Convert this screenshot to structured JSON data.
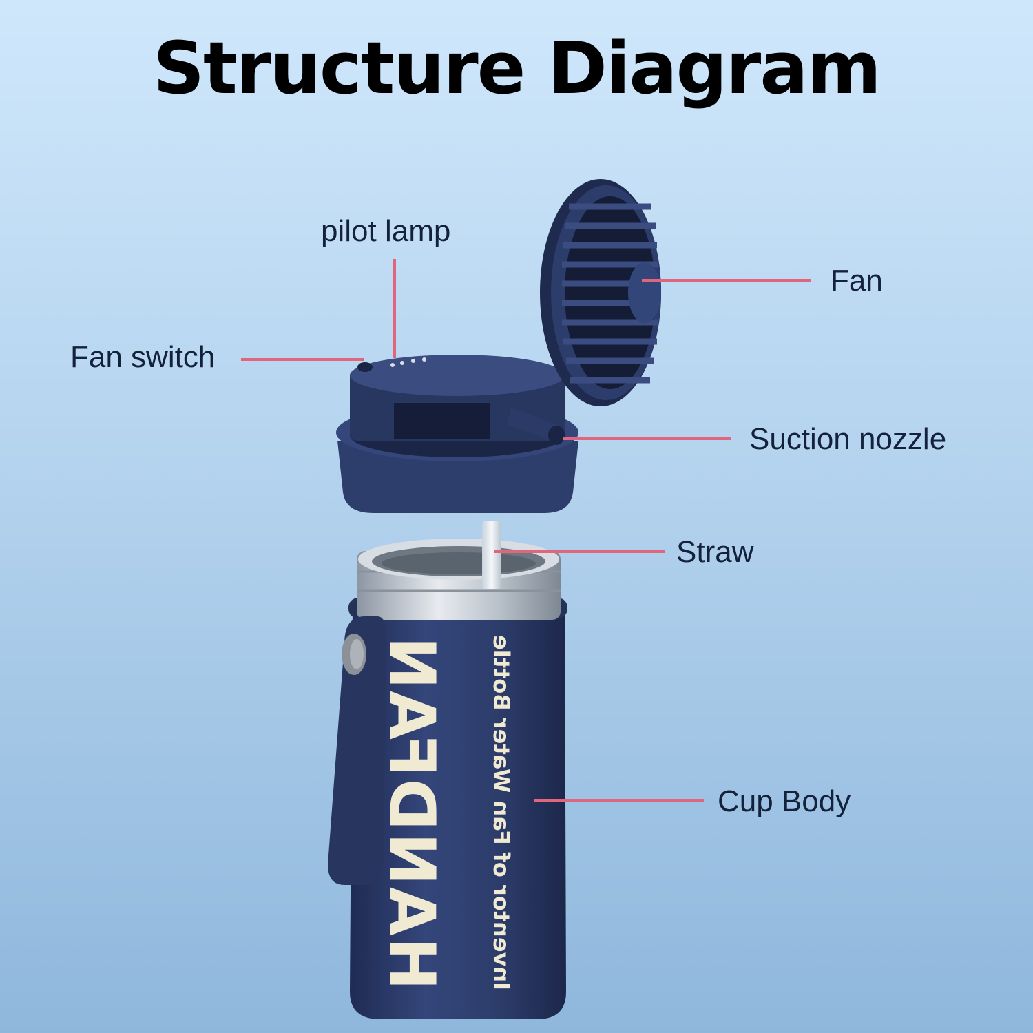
{
  "title": "Structure Diagram",
  "labels": {
    "pilot_lamp": "pilot lamp",
    "fan": "Fan",
    "fan_switch": "Fan switch",
    "suction_nozzle": "Suction nozzle",
    "straw": "Straw",
    "cup_body": "Cup Body"
  },
  "product": {
    "brand": "HANDFAN",
    "tagline": "Inventor of Fan Water Bottle"
  },
  "colors": {
    "leader_line": "#e0667e",
    "product_navy": "#2f3f6d"
  }
}
